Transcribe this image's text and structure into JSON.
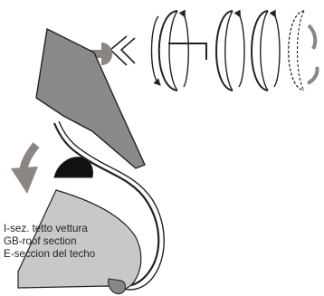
{
  "labels": {
    "line_it": "I-sez. tetto vettura",
    "line_gb": "GB-roof section",
    "line_es": "E-seccion del techo"
  },
  "colors": {
    "mount_fill": "#8a8a8a",
    "roof_fill": "#c8c8c8",
    "arrow_fill": "#8c8682",
    "outline": "#222222",
    "rubber_pad": "#111111"
  },
  "icons": {
    "steps": [
      "rotate-step-1-icon",
      "rotate-step-2-icon",
      "rotate-step-3-icon",
      "rotate-step-4-dashed-icon"
    ],
    "knob": "adjust-knob-icon"
  }
}
